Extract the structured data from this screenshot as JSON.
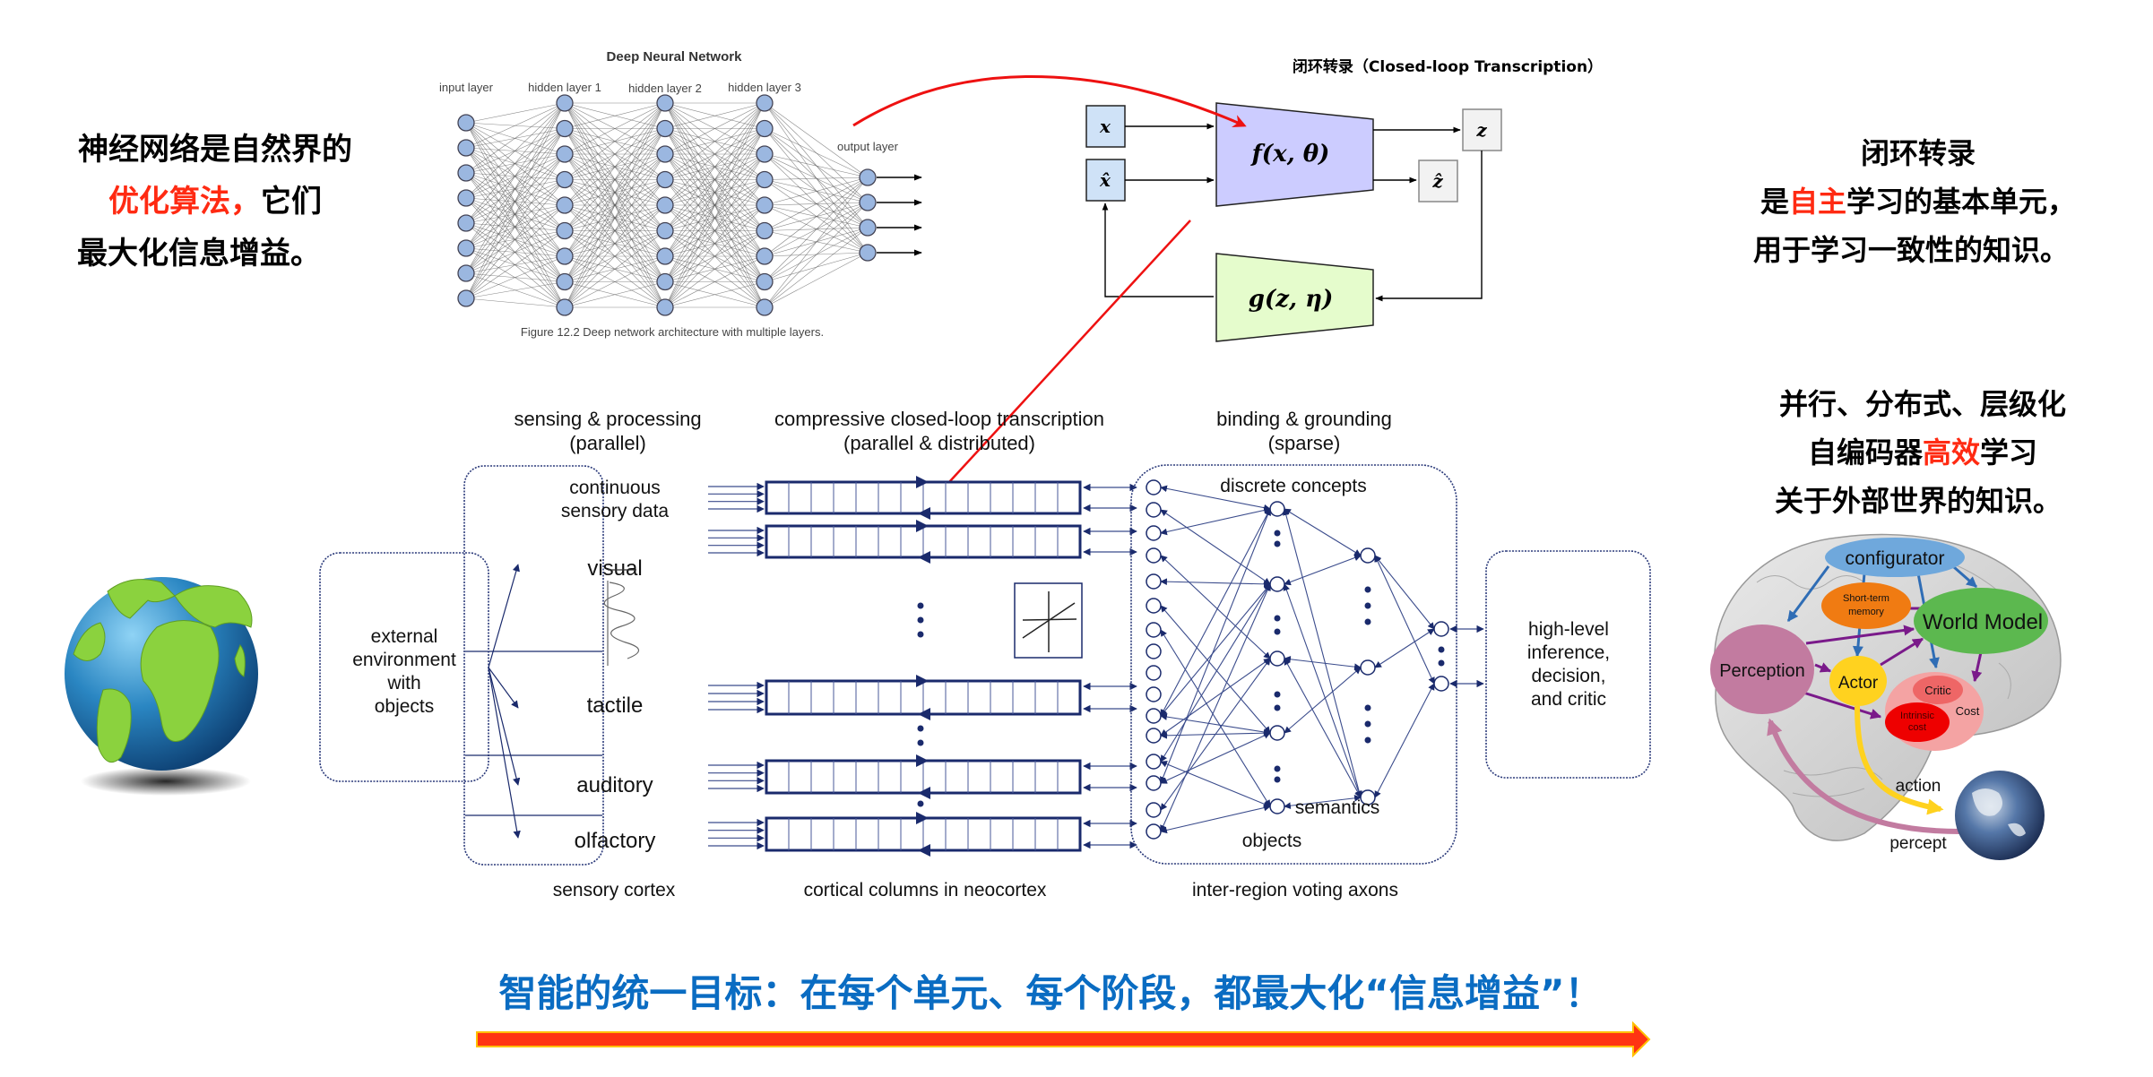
{
  "left_text": {
    "line1": "神经网络是自然界的",
    "line2_red": "优化算法，",
    "line2_black": "它们",
    "line3": "最大化信息增益。"
  },
  "dnn_figure": {
    "title": "Deep Neural Network",
    "layers": [
      {
        "label": "input layer",
        "nodes": 8
      },
      {
        "label": "hidden layer 1",
        "nodes": 9
      },
      {
        "label": "hidden layer 2",
        "nodes": 9
      },
      {
        "label": "hidden layer 3",
        "nodes": 9
      },
      {
        "label": "output layer",
        "nodes": 4
      }
    ],
    "caption": "Figure 12.2 Deep network architecture with multiple layers.",
    "node_color": "#9bb7e0"
  },
  "closed_loop": {
    "title": "闭环转录（Closed-loop Transcription）",
    "x_label": "x",
    "xhat_label": "x̂",
    "encoder_label": "f(x, θ)",
    "decoder_label": "g(z, η)",
    "z_label": "z",
    "zhat_label": "ẑ",
    "encoder_color": "#ccccff",
    "decoder_color": "#e5fccc",
    "input_box_color": "#cfe2f7",
    "output_box_color": "#f2f2f2"
  },
  "right_text": {
    "block1_line1": "闭环转录",
    "block1_line2_a": "是",
    "block1_line2_red": "自主",
    "block1_line2_b": "学习的基本单元，",
    "block1_line3": "用于学习一致性的知识。",
    "block2_line1": "并行、分布式、层级化",
    "block2_line2_a": "自编码器",
    "block2_line2_red": "高效",
    "block2_line2_b": "学习",
    "block2_line3": "关于外部世界的知识。"
  },
  "brain_diagram": {
    "configurator": "configurator",
    "short_term_memory": [
      "Short-term",
      "memory"
    ],
    "world_model": "World Model",
    "perception": "Perception",
    "actor": "Actor",
    "critic": "Critic",
    "cost": "Cost",
    "intrinsic_cost": [
      "Intrinsic",
      "cost"
    ],
    "action": "action",
    "percept": "percept",
    "colors": {
      "configurator": "#6fa8dc",
      "short_term_memory": "#f07b12",
      "world_model": "#5cb84f",
      "perception": "#c27ba0",
      "actor": "#ffd21f",
      "cost": "#f4a3a3",
      "critic": "#ee6666",
      "intrinsic_cost": "#ee0000",
      "arrow_purple": "#7a1a8a",
      "arrow_blue": "#2f6db5"
    }
  },
  "cortex_diagram": {
    "headers": {
      "sensing": [
        "sensing & processing",
        "(parallel)"
      ],
      "compressive": [
        "compressive closed-loop transcription",
        "(parallel & distributed)"
      ],
      "binding": [
        "binding & grounding",
        "(sparse)"
      ]
    },
    "external_box": [
      "external",
      "environment",
      "with",
      "objects"
    ],
    "sensory_cortex": {
      "top_label": [
        "continuous",
        "sensory data"
      ],
      "modalities": [
        "visual",
        "tactile",
        "auditory",
        "olfactory"
      ]
    },
    "discrete_concepts": "discrete concepts",
    "objects": "objects",
    "semantics": "semantics",
    "high_level_box": [
      "high-level",
      "inference,",
      "decision,",
      "and critic"
    ],
    "footers": {
      "sensory": "sensory cortex",
      "columns": "cortical columns in neocortex",
      "axons": "inter-region voting axons"
    },
    "line_color": "#1a2a6c"
  },
  "bottom": {
    "slogan": "智能的统一目标：在每个单元、每个阶段，都最大化“信息增益”！",
    "slogan_color": "#0a6cc2",
    "arrow_color": "#ff3412",
    "arrow_border": "#ffc000"
  }
}
